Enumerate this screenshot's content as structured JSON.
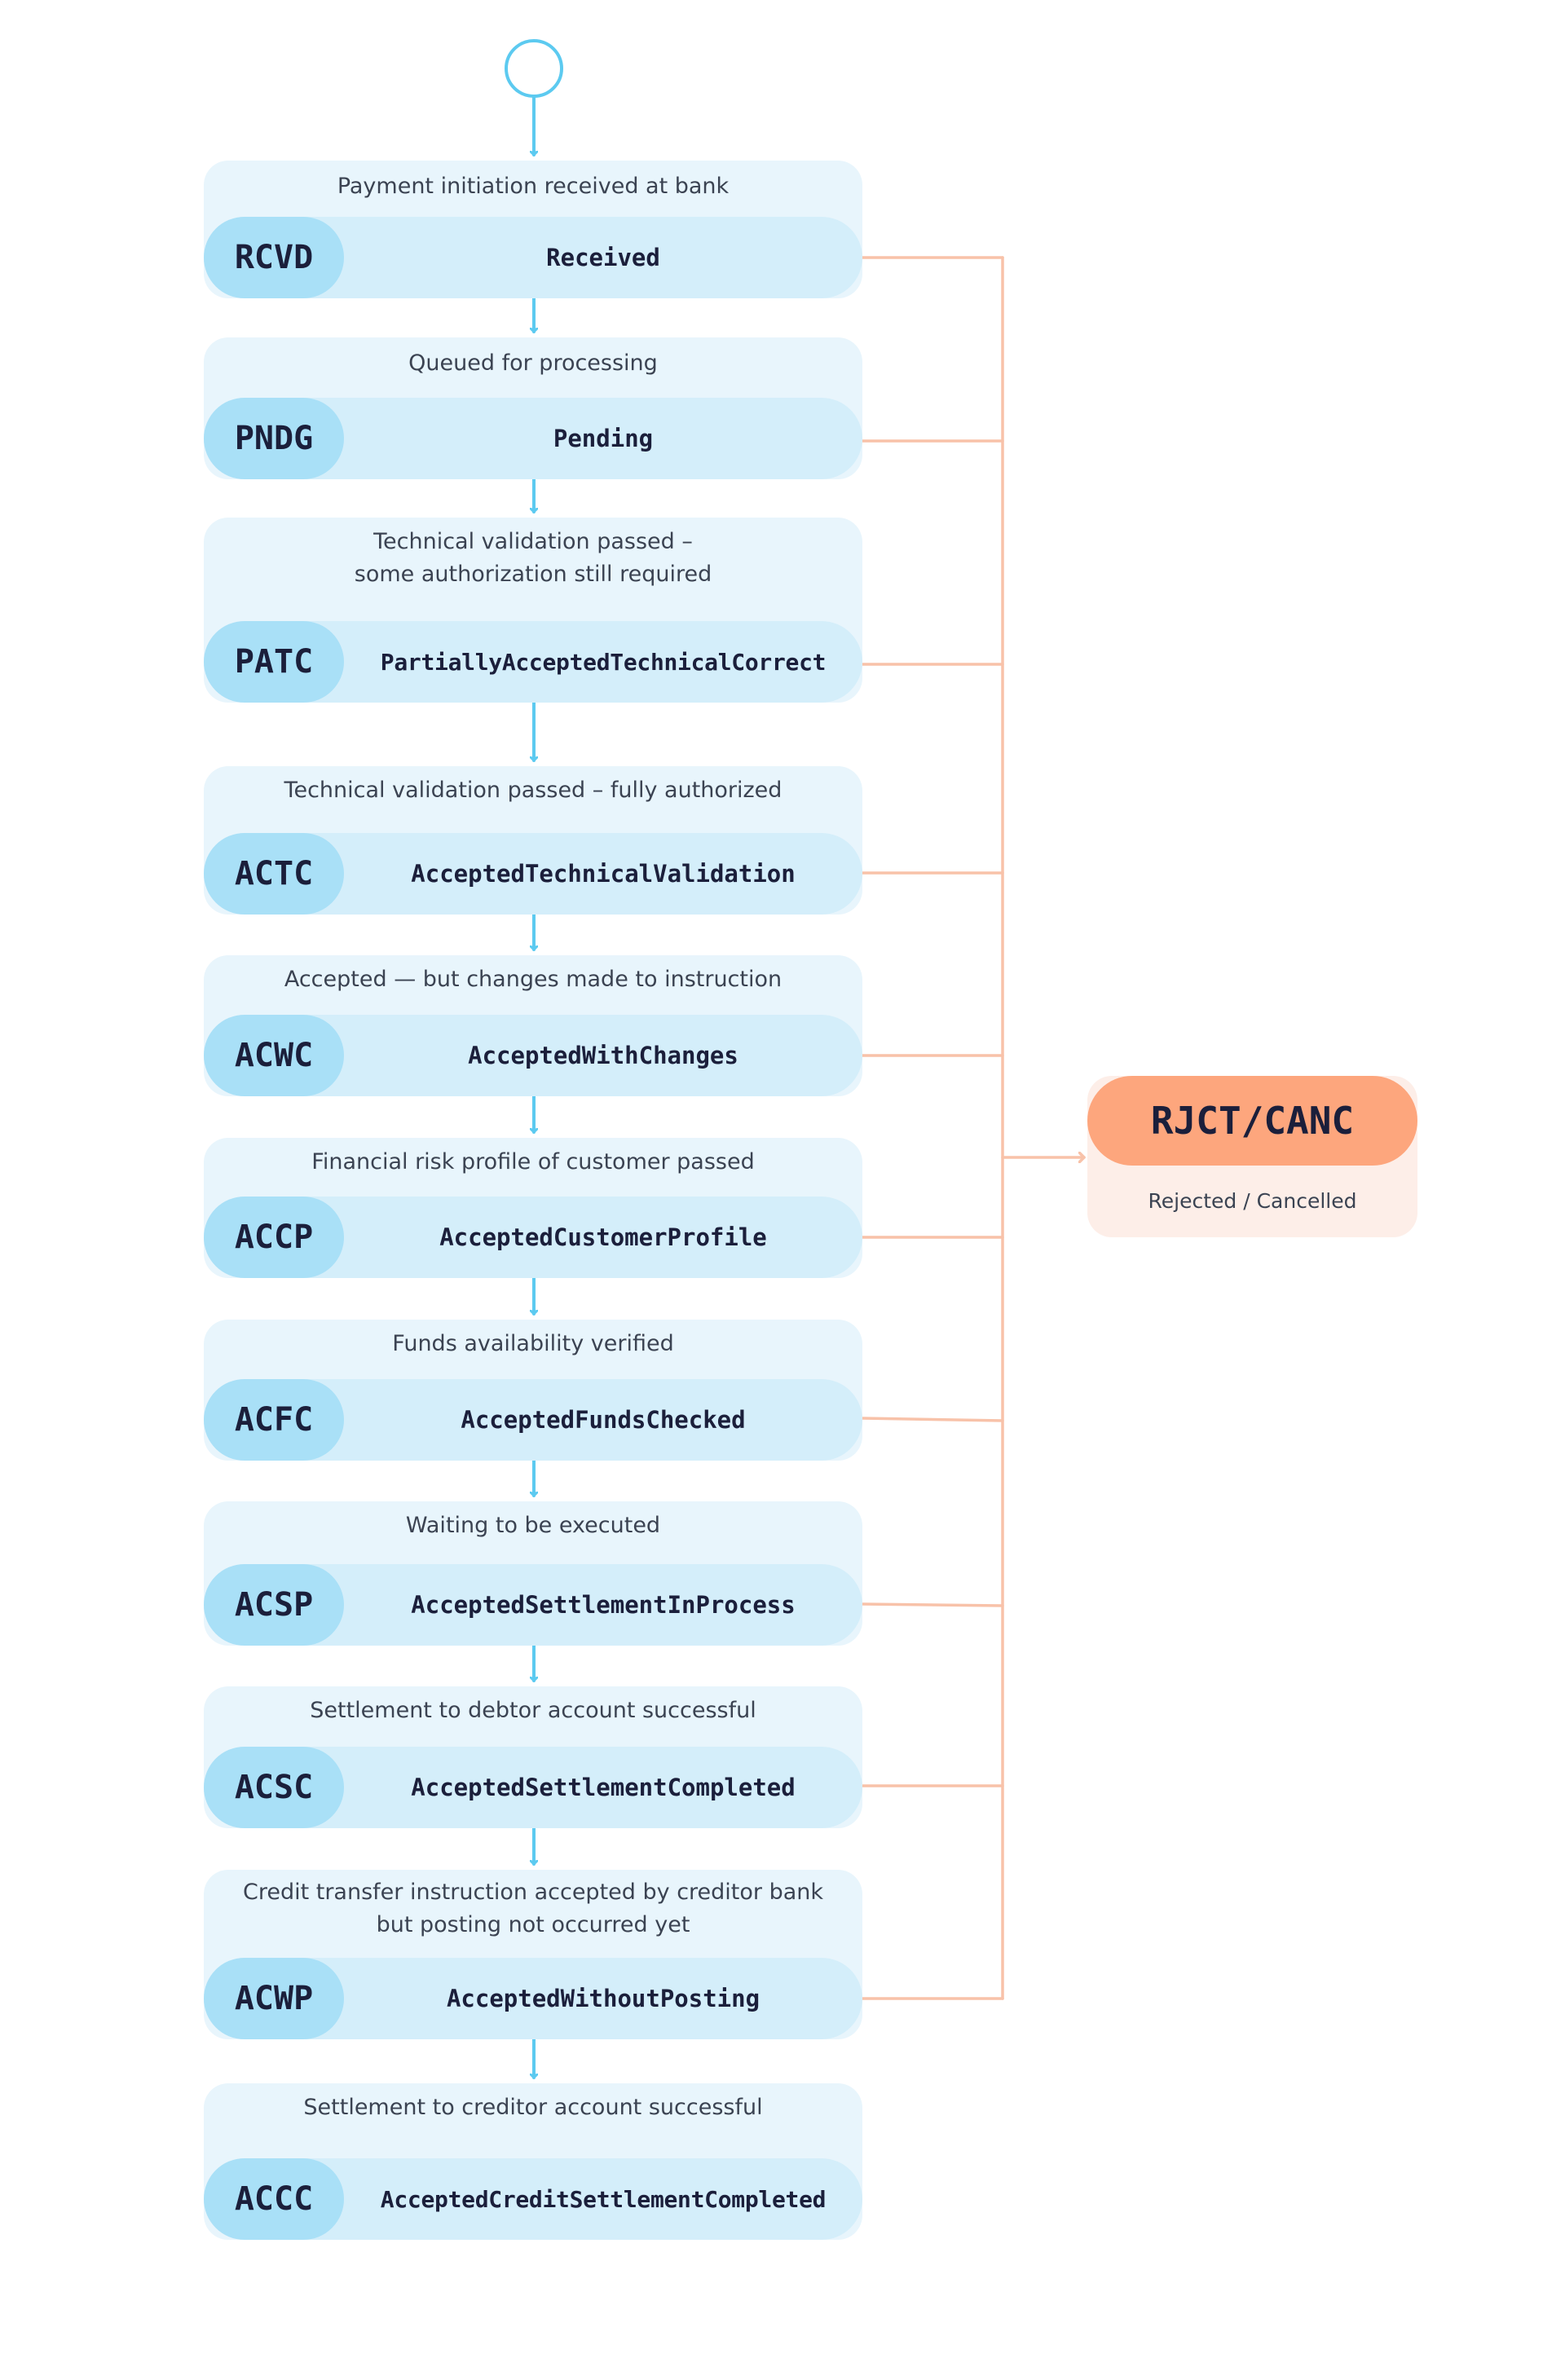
{
  "stages": [
    {
      "code": "RCVD",
      "name": "Received",
      "description": "Payment initiation received at bank"
    },
    {
      "code": "PNDG",
      "name": "Pending",
      "description": "Queued for processing"
    },
    {
      "code": "PATC",
      "name": "PartiallyAcceptedTechnicalCorrect",
      "description": "Technical validation passed –\nsome authorization still required"
    },
    {
      "code": "ACTC",
      "name": "AcceptedTechnicalValidation",
      "description": "Technical validation passed – fully authorized"
    },
    {
      "code": "ACWC",
      "name": "AcceptedWithChanges",
      "description": "Accepted — but changes made to instruction"
    },
    {
      "code": "ACCP",
      "name": "AcceptedCustomerProfile",
      "description": "Financial risk profile of customer passed"
    },
    {
      "code": "ACFC",
      "name": "AcceptedFundsChecked",
      "description": "Funds availability verified"
    },
    {
      "code": "ACSP",
      "name": "AcceptedSettlementInProcess",
      "description": "Waiting to be executed"
    },
    {
      "code": "ACSC",
      "name": "AcceptedSettlementCompleted",
      "description": "Settlement to debtor account successful"
    },
    {
      "code": "ACWP",
      "name": "AcceptedWithoutPosting",
      "description": "Credit transfer instruction accepted by creditor bank\nbut posting not occurred yet"
    },
    {
      "code": "ACCC",
      "name": "AcceptedCreditSettlementCompleted",
      "description": "Settlement to creditor account successful"
    }
  ],
  "reject": {
    "code": "RJCT/CANC",
    "label": "Rejected / Cancelled"
  },
  "colors": {
    "flow_arrow": "#5ccaf0",
    "reject_line": "#f8c2a9",
    "stage_bg": "#e8f5fc",
    "stage_bar": "#d4eefa",
    "stage_code": "#a9e0f7",
    "reject_pill": "#fda67d",
    "reject_bg": "#fdeee8"
  }
}
